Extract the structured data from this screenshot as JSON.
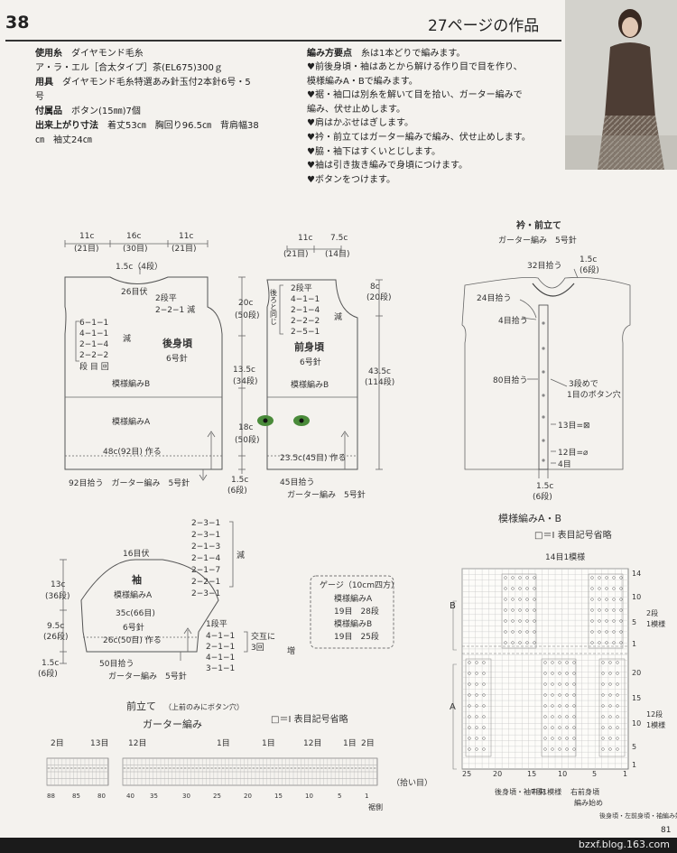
{
  "header": {
    "pattern_number": "38",
    "source_page": "27ページの作品"
  },
  "materials": {
    "yarn_label": "使用糸",
    "yarn_brand": "ダイヤモンド毛糸",
    "yarn_detail": "ア・ラ・エル［合太タイプ］茶(EL675)300ｇ",
    "tools_label": "用具",
    "tools_detail": "ダイヤモンド毛糸特選あみ針玉付2本針6号・5",
    "tools_detail2": "号",
    "notions_label": "付属品",
    "notions_detail": "ボタン(15㎜)7個",
    "size_label": "出来上がり寸法",
    "size_detail": "着丈53㎝　胸回り96.5㎝　背肩幅38",
    "size_detail2": "㎝　袖丈24㎝"
  },
  "instructions": {
    "title": "編み方要点",
    "intro": "糸は1本どりで編みます。",
    "steps": [
      "♥前後身頃・袖はあとから解ける作り目で目を作り、",
      "模様編みA・Bで編みます。",
      "♥裾・袖口は別糸を解いて目を拾い、ガーター編みで",
      "編み、伏せ止めします。",
      "♥肩はかぶせはぎします。",
      "♥衿・前立てはガーター編みで編み、伏せ止めします。",
      "♥脇・袖下はすくいとじします。",
      "♥袖は引き抜き編みで身頃につけます。",
      "♥ボタンをつけます。"
    ]
  },
  "back": {
    "top_11c_l": "11c",
    "top_21_l": "(21目)",
    "top_16c": "16c",
    "top_30": "(30目)",
    "top_11c_r": "11c",
    "top_21_r": "(21目)",
    "neck_15c": "1.5c（4段）",
    "neck_26": "26目伏",
    "neck_dec1": "2段平",
    "neck_dec2": "2−2−1 減",
    "arm_rows": [
      "6−1−1",
      "4−1−1",
      "2−1−4",
      "2−2−2",
      "段 目 回"
    ],
    "arm_dec": "減",
    "title": "後身頃",
    "needle": "6号針",
    "pattern_b": "模様編みB",
    "pattern_a": "模様編みA",
    "cast_on": "48c(92目) 作る",
    "pickup": "92目拾う　ガーター編み　5号針"
  },
  "front": {
    "top_11c": "11c",
    "top_21": "(21目)",
    "top_75c": "7.5c",
    "top_14": "(14目)",
    "same_back": "後ろと同じ",
    "neck_rows": [
      "2段平",
      "4−1−1",
      "2−1−4",
      "2−2−2",
      "2−5−1"
    ],
    "neck_dec": "減",
    "title": "前身頃",
    "needle": "6号針",
    "pattern_b": "模様編みB",
    "cast_on": "23.5c(45目) 作る",
    "pickup": "45目拾う",
    "pickup2": "ガーター編み　5号針",
    "h20": "20c",
    "h20r": "(50段)",
    "h135": "13.5c",
    "h135r": "(34段)",
    "h18": "18c",
    "h18r": "(50段)",
    "h15": "1.5c",
    "h15r": "(6段)",
    "h8": "8c",
    "h8r": "(20段)",
    "h435": "43.5c",
    "h435r": "(114段)"
  },
  "collar": {
    "title": "衿・前立て",
    "subtitle": "ガーター編み　5号針",
    "pick32": "32目拾う",
    "c15": "1.5c",
    "c6": "(6段)",
    "pick24": "24目拾う",
    "pick4": "4目拾う",
    "pick80": "80目拾う",
    "button1": "3段めで",
    "button2": "1目のボタン穴",
    "b13": "13目=⊠",
    "b12": "12目=⌀",
    "b4": "4目",
    "bottom15": "1.5c",
    "bottom6": "(6段)"
  },
  "sleeve": {
    "cap_rows": [
      "2−3−1",
      "2−3−1",
      "2−1−3",
      "2−1−4",
      "2−1−7",
      "2−2−1",
      "2−3−1"
    ],
    "cap_dec": "減",
    "bind16": "16目伏",
    "title": "袖",
    "pattern_a": "模様編みA",
    "w35": "35c(66目)",
    "needle": "6号針",
    "w26": "26c(50目) 作る",
    "pick50": "50目拾う",
    "garter": "ガーター編み　5号針",
    "inc_rows": [
      "1段平",
      "4−1−1",
      "2−1−1",
      "4−1−1",
      "3−1−1"
    ],
    "inc_note1": "交互に",
    "inc_note2": "3回",
    "inc": "増",
    "h13": "13c",
    "h13r": "(36段)",
    "h95": "9.5c",
    "h95r": "(26段)",
    "h15": "1.5c",
    "h15r": "(6段)"
  },
  "gauge": {
    "title": "ゲージ（10cm四方）",
    "a_label": "模様編みA",
    "a_val": "19目　28段",
    "b_label": "模様編みB",
    "b_val": "19目　25段"
  },
  "front_band": {
    "title": "前立て",
    "title_note": "（上前のみにボタン穴）",
    "subtitle": "ガーター編み",
    "legend": "□＝Ⅰ 表目記号省略",
    "r2": "2目",
    "r13": "13目",
    "r12": "12目",
    "r1": "1目",
    "side": "（拾い目）",
    "hem": "裾側",
    "nums": [
      "88",
      "85",
      "80",
      "40",
      "35",
      "30",
      "25",
      "20",
      "15",
      "10",
      "5",
      "1"
    ]
  },
  "chart": {
    "title": "模様編みA・B",
    "legend": "□＝Ⅰ 表目記号省略",
    "repeat14": "14目1模様",
    "label_b": "B",
    "label_a": "A",
    "rep_b1": "2段",
    "rep_b2": "1模様",
    "rep_a1": "12段",
    "rep_a2": "1模様",
    "row_nums": [
      "14",
      "10",
      "5",
      "1",
      "20",
      "15",
      "10",
      "5",
      "1"
    ],
    "col_nums": [
      "25",
      "20",
      "15",
      "10",
      "5",
      "1"
    ],
    "back_center": "後身頃・袖中央",
    "repeat7": "7目1模様",
    "right_front": "右前身頃",
    "right_front2": "編み始め",
    "left_front": "後身頃・左前身頃・袖編み始め"
  },
  "footer": {
    "url": "bzxf.blog.163.com",
    "page": "81"
  }
}
